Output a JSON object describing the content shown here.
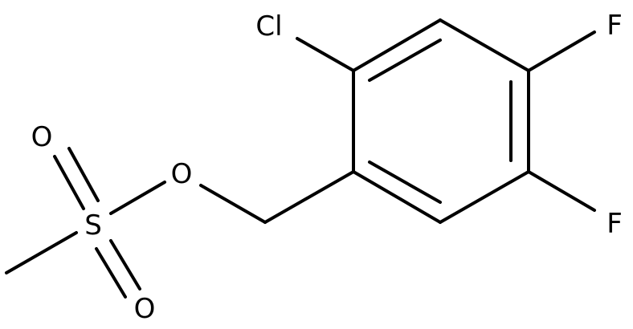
{
  "molecule": {
    "atoms": {
      "cl": "Cl",
      "f_top": "F",
      "f_bottom": "F",
      "o_ester": "O",
      "s": "S",
      "o_top": "O",
      "o_bottom": "O"
    },
    "colors": {
      "bond": "#000000",
      "label": "#000000",
      "background": "#ffffff"
    }
  }
}
